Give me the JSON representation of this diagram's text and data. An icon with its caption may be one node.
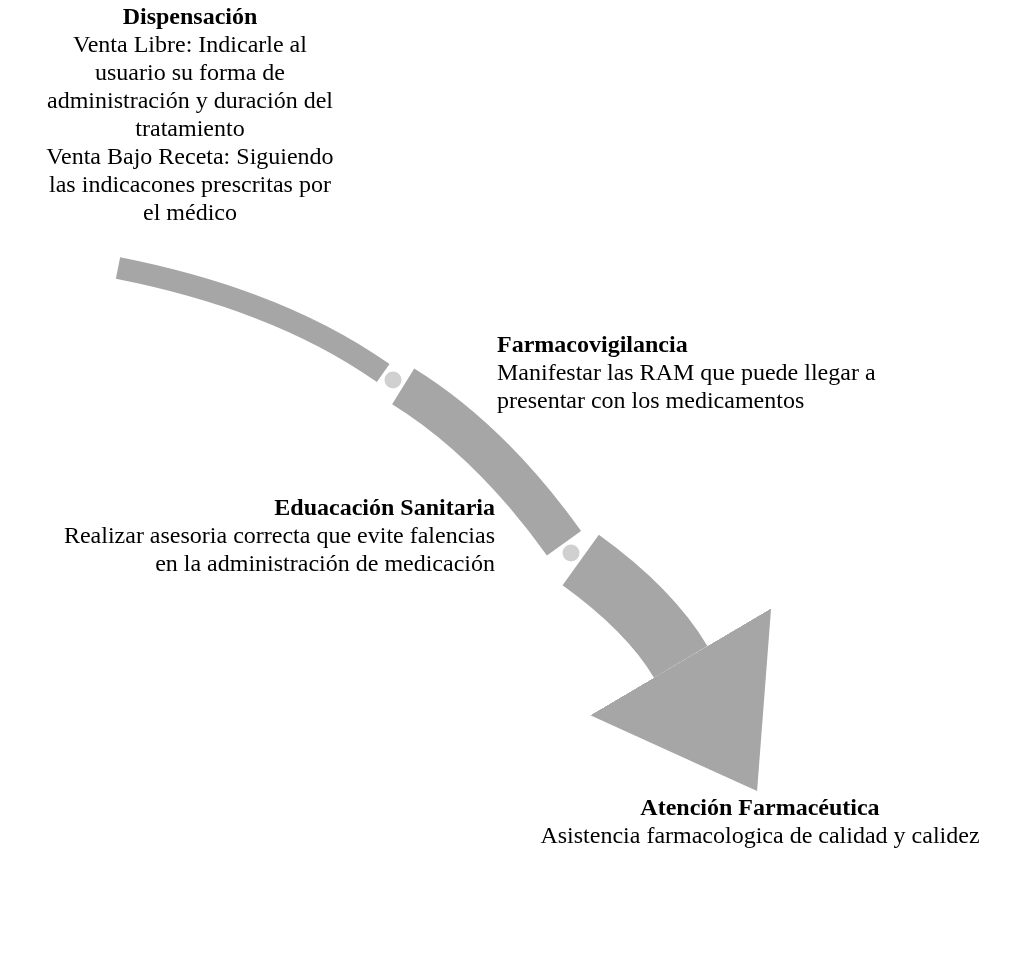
{
  "diagram": {
    "nodes": [
      {
        "text": [
          "Dispensación",
          "Venta Libre: Indicarle al usuario su forma de administración y duración del tratamiento",
          "Venta Bajo Receta: Siguiendo las indicacones prescritas por el médico"
        ]
      },
      {
        "text": [
          "Farmacovigilancia",
          "Manifestar las RAM que puede llegar a presentar con los medicamentos"
        ]
      },
      {
        "text": [
          "Eduacación Sanitaria",
          "Realizar asesoria correcta que evite falencias en la administración de medicación"
        ]
      },
      {
        "text": [
          "Atención Farmacéutica",
          "Asistencia farmacologica de calidad y calidez"
        ]
      },
      {
        "text": [],
        "shape": "circle"
      },
      {
        "text": [],
        "shape": "circle"
      }
    ],
    "edges": [
      {
        "from": 0,
        "to": 4,
        "arrow": "none"
      },
      {
        "from": 4,
        "to": 5,
        "arrow": "none"
      },
      {
        "from": 5,
        "to": 3,
        "arrow": "to"
      }
    ]
  }
}
